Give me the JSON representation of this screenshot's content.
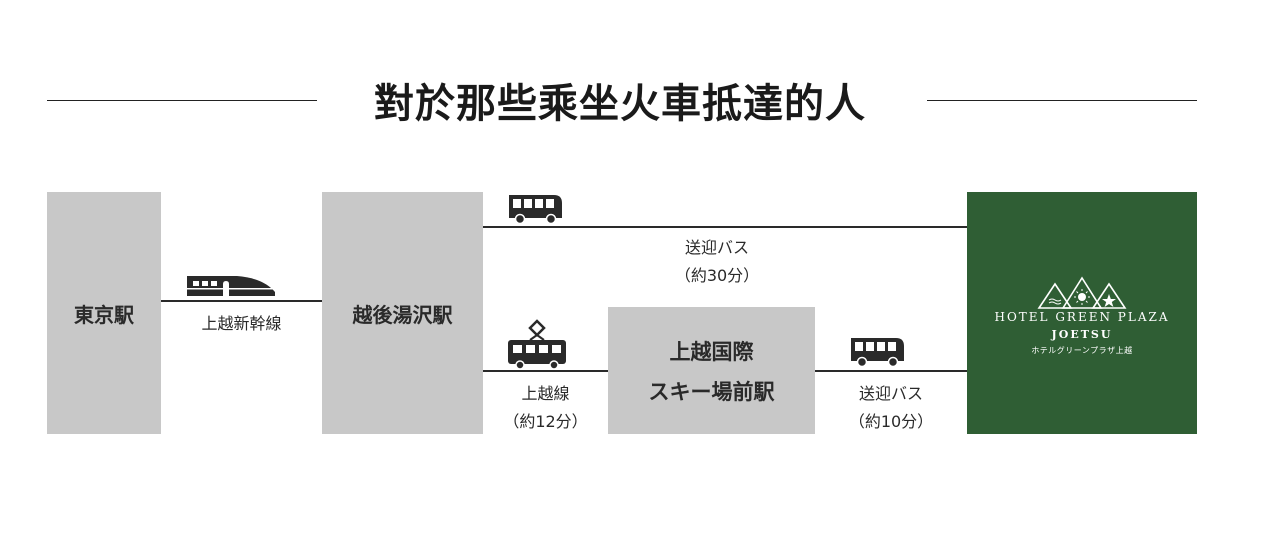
{
  "title": "對於那些乘坐火車抵達的人",
  "stations": {
    "tokyo": "東京駅",
    "echigo_yuzawa": "越後湯沢駅",
    "joetsu_kokusai_line1": "上越国際",
    "joetsu_kokusai_line2": "スキー場前駅"
  },
  "routes": {
    "shinkansen": "上越新幹線",
    "joetsu_line": "上越線",
    "joetsu_line_time": "（約12分）",
    "shuttle_direct": "送迎バス",
    "shuttle_direct_time": "（約30分）",
    "shuttle_short": "送迎バス",
    "shuttle_short_time": "（約10分）"
  },
  "hotel": {
    "name_line1": "HOTEL GREEN PLAZA",
    "name_line2": "JOETSU",
    "name_jp": "ホテルグリーンプラザ上越"
  },
  "icons": [
    "shinkansen-train-icon",
    "local-train-icon",
    "bus-icon"
  ],
  "colors": {
    "station_box": "#c8c8c8",
    "hotel_box": "#2f5e34",
    "line": "#2a2a2a"
  }
}
